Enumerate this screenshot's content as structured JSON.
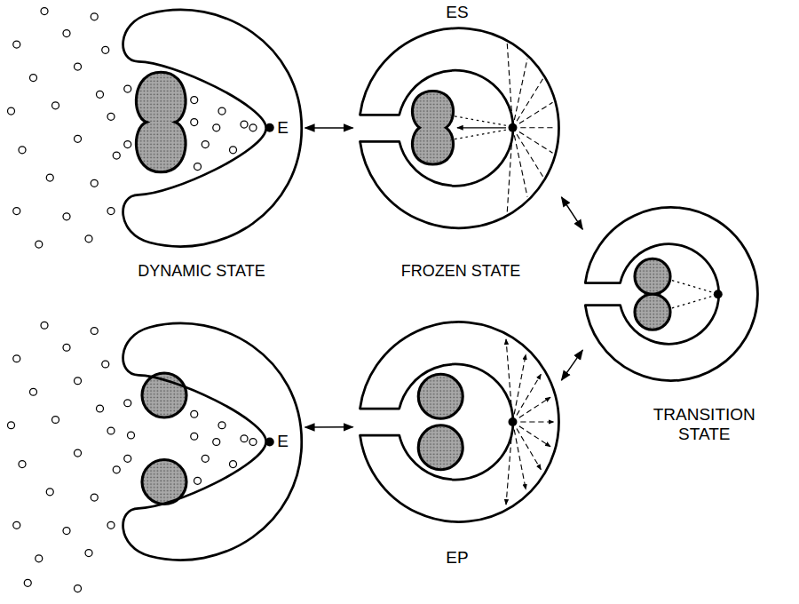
{
  "diagram": {
    "nodes": [
      {
        "text": [
          "E"
        ]
      },
      {
        "text": [
          "ES"
        ]
      },
      {
        "text": [
          "TRANSITION STATE"
        ]
      },
      {
        "text": [
          "EP"
        ]
      },
      {
        "text": [
          "E"
        ]
      }
    ],
    "edges": [
      {
        "from": 0,
        "to": 1,
        "arrow": "both"
      },
      {
        "from": 1,
        "to": 2,
        "arrow": "both"
      },
      {
        "from": 2,
        "to": 3,
        "arrow": "both"
      },
      {
        "from": 3,
        "to": 4,
        "arrow": "both"
      }
    ],
    "labels": [
      "DYNAMIC STATE",
      "FROZEN STATE"
    ]
  }
}
